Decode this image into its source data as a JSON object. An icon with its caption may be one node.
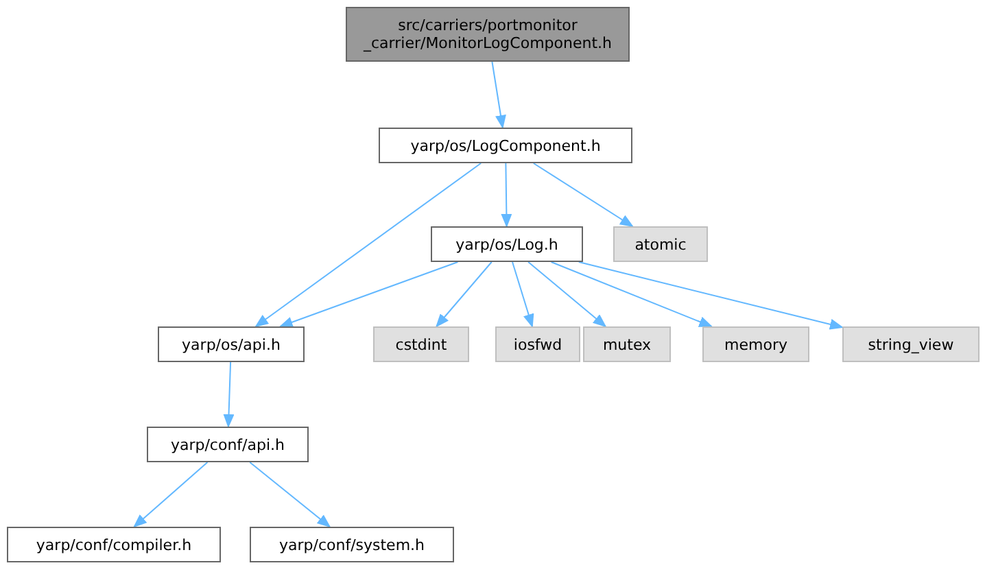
{
  "diagram": {
    "nodes": [
      {
        "text": [
          "src/carriers/portmonitor _carrier/MonitorLogComponent.h"
        ]
      },
      {
        "text": [
          "yarp/os/LogComponent.h"
        ]
      },
      {
        "text": [
          "yarp/os/Log.h"
        ]
      },
      {
        "text": [
          "atomic"
        ]
      },
      {
        "text": [
          "yarp/os/api.h"
        ]
      },
      {
        "text": [
          "cstdint"
        ]
      },
      {
        "text": [
          "iosfwd"
        ]
      },
      {
        "text": [
          "mutex"
        ]
      },
      {
        "text": [
          "memory"
        ]
      },
      {
        "text": [
          "string_view"
        ]
      },
      {
        "text": [
          "yarp/conf/api.h"
        ]
      },
      {
        "text": [
          "yarp/conf/compiler.h"
        ]
      },
      {
        "text": [
          "yarp/conf/system.h"
        ]
      }
    ],
    "edges": [
      {
        "from": 0,
        "to": 1,
        "arrow": "to"
      },
      {
        "from": 1,
        "to": 4,
        "arrow": "to"
      },
      {
        "from": 1,
        "to": 2,
        "arrow": "to"
      },
      {
        "from": 1,
        "to": 3,
        "arrow": "to"
      },
      {
        "from": 2,
        "to": 4,
        "arrow": "to"
      },
      {
        "from": 2,
        "to": 5,
        "arrow": "to"
      },
      {
        "from": 2,
        "to": 6,
        "arrow": "to"
      },
      {
        "from": 2,
        "to": 7,
        "arrow": "to"
      },
      {
        "from": 2,
        "to": 8,
        "arrow": "to"
      },
      {
        "from": 2,
        "to": 9,
        "arrow": "to"
      },
      {
        "from": 4,
        "to": 10,
        "arrow": "to"
      },
      {
        "from": 10,
        "to": 11,
        "arrow": "to"
      },
      {
        "from": 10,
        "to": 12,
        "arrow": "to"
      }
    ]
  }
}
